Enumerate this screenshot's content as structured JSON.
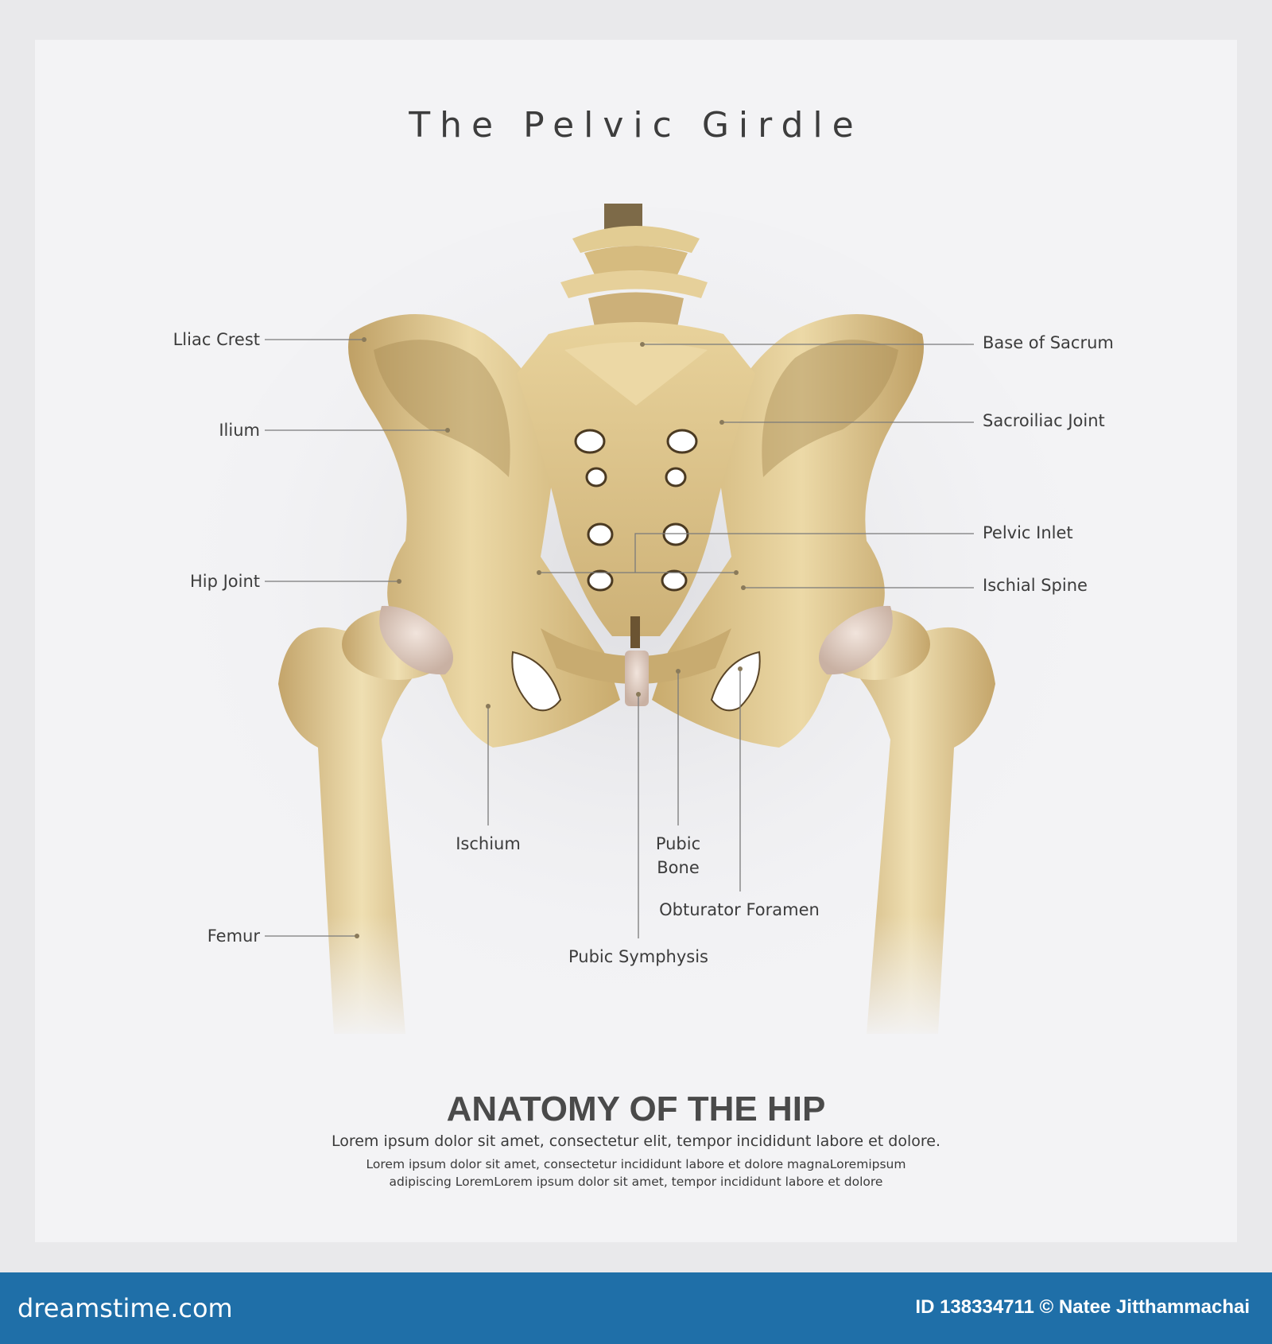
{
  "title": "The Pelvic Girdle",
  "labels": {
    "iliac_crest": "Lliac Crest",
    "ilium": "Ilium",
    "hip_joint": "Hip Joint",
    "femur": "Femur",
    "base_of_sacrum": "Base of Sacrum",
    "sacroiliac_joint": "Sacroiliac Joint",
    "pelvic_inlet": "Pelvic Inlet",
    "ischial_spine": "Ischial Spine",
    "ischium": "Ischium",
    "pubic_bone_line1": "Pubic",
    "pubic_bone_line2": "Bone",
    "obturator_foramen": "Obturator Foramen",
    "pubic_symphysis": "Pubic Symphysis"
  },
  "heading": "ANATOMY OF THE HIP",
  "subtext": [
    "Lorem ipsum dolor sit amet, consectetur elit, tempor incididunt labore et dolore.",
    "Lorem ipsum dolor sit amet, consectetur  incididunt labore et dolore magnaLoremipsum",
    "adipiscing LoremLorem ipsum dolor sit amet, tempor incididunt labore et dolore"
  ],
  "footer": {
    "logo": "dreamstime.com",
    "credit": "ID 138334711 © Natee Jitthammachai"
  },
  "colors": {
    "bone": "#dcc38a",
    "bone_dark": "#b4975a",
    "cartilage": "#dcc8bd",
    "footer": "#1f6fa8"
  }
}
